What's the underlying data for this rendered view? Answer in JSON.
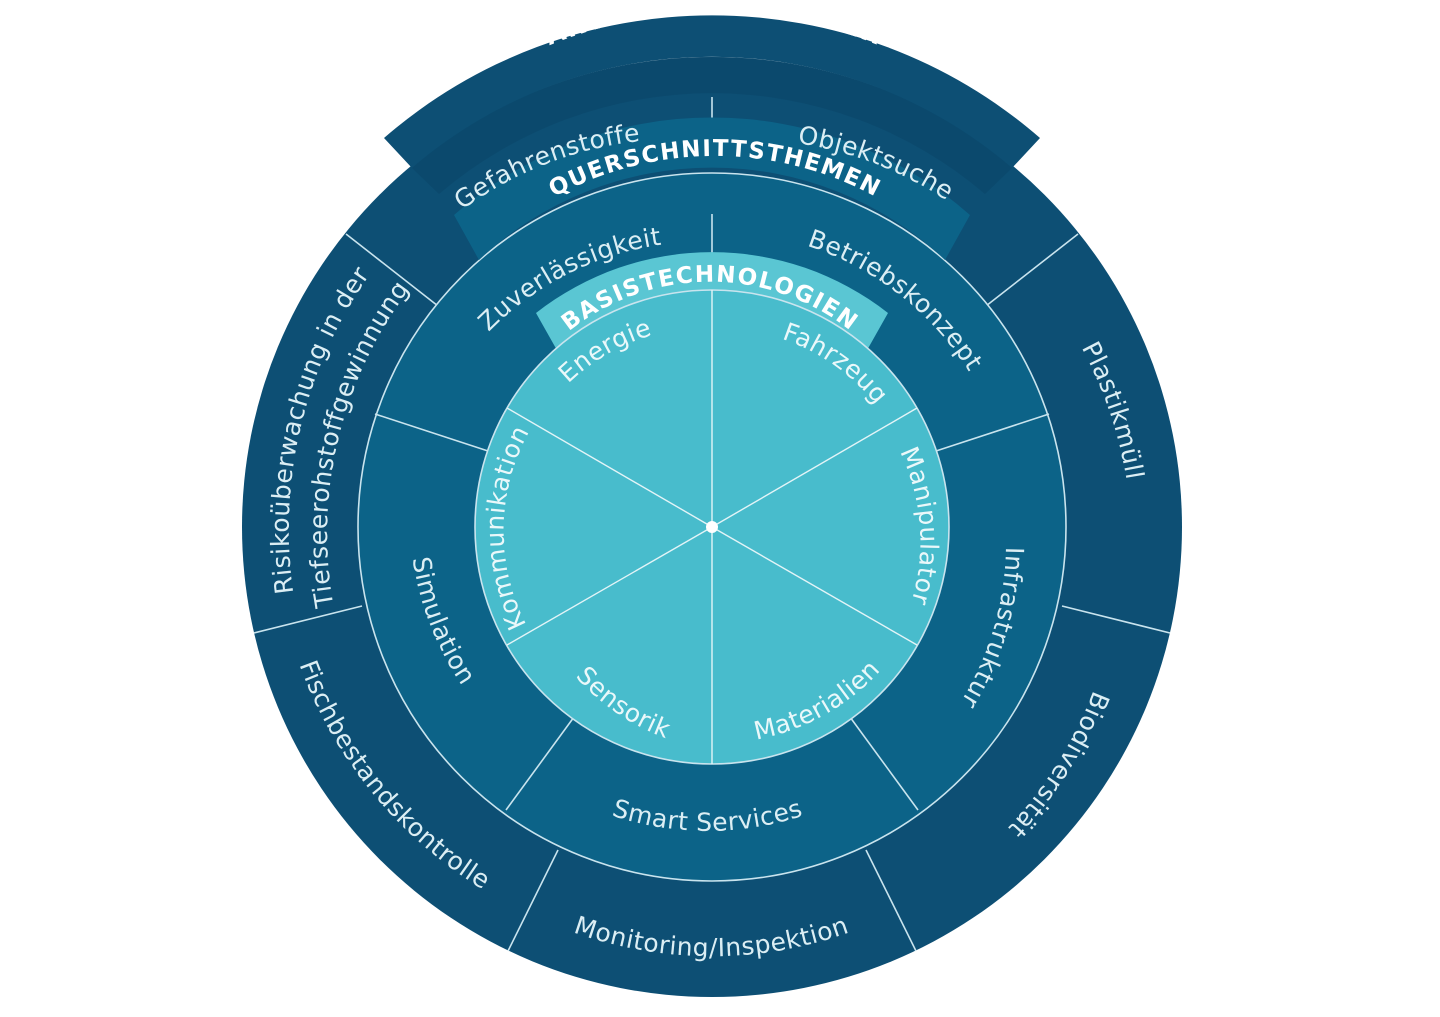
{
  "rings": {
    "anwendungsfelder": {
      "title": "ANWENDUNGSFELDER",
      "items": [
        "Gefahrenstoffe",
        "Objektsuche",
        "Plastikmüll",
        "Biodiversität",
        "Monitoring/Inspektion",
        "Fischbestandskontrolle",
        "Risikoüberwachung in der",
        "Tiefseerohstoffgewinnung"
      ]
    },
    "querschnittsthemen": {
      "title": "QUERSCHNITTSTHEMEN",
      "items": [
        "Zuverlässigkeit",
        "Betriebskonzept",
        "Infrastruktur",
        "Smart Services",
        "Simulation"
      ]
    },
    "basistechnologien": {
      "title": "BASISTECHNOLOGIEN",
      "items": [
        "Energie",
        "Fahrzeug",
        "Manipulator",
        "Materialien",
        "Sensorik",
        "Kommunikation"
      ]
    }
  },
  "colors": {
    "outer_ring": "#0d4f74",
    "middle_ring": "#0c6388",
    "inner_disc": "#48bccc",
    "inner_tab": "#5ac6d3",
    "divider": "#c9e4ee",
    "label": "#dbeef4",
    "title": "#ffffff",
    "background": "#ffffff"
  }
}
